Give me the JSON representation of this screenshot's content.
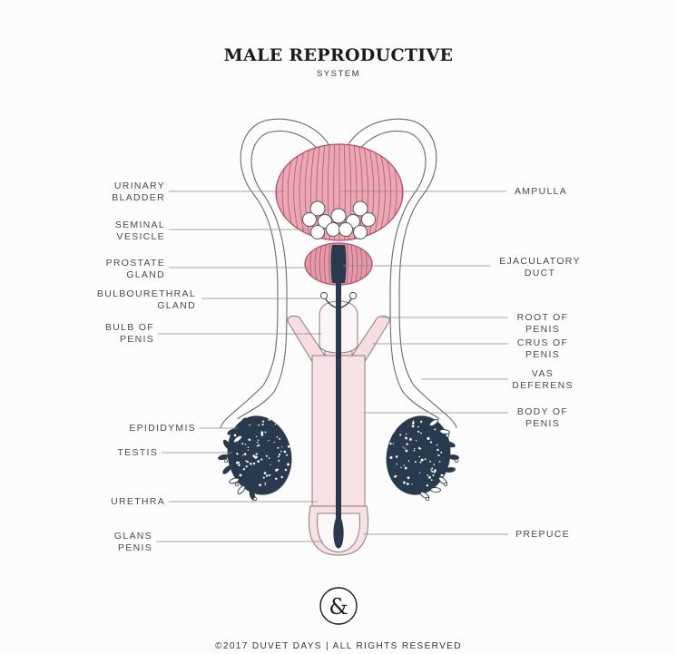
{
  "title": "MALE REPRODUCTIVE",
  "subtitle": "SYSTEM",
  "logo_symbol": "&",
  "footer": "©2017 DUVET DAYS  |  ALL RIGHTS RESERVED",
  "colors": {
    "bladder": "#e9a8b4",
    "bladder_lines": "#b8566c",
    "organ_outline": "#b24e65",
    "navy": "#283a4e",
    "shaft": "#f7e1e4",
    "outline": "#6b6b6b",
    "leader": "#7a7a7a"
  },
  "labels_left": [
    {
      "line1": "URINARY",
      "line2": "BLADDER"
    },
    {
      "line1": "SEMINAL",
      "line2": "VESICLE"
    },
    {
      "line1": "PROSTATE",
      "line2": "GLAND"
    },
    {
      "line1": "BULBOURETHRAL",
      "line2": "GLAND"
    },
    {
      "line1": "BULB OF",
      "line2": "PENIS"
    },
    {
      "line1": "EPIDIDYMIS"
    },
    {
      "line1": "TESTIS"
    },
    {
      "line1": "URETHRA"
    },
    {
      "line1": "GLANS",
      "line2": "PENIS"
    }
  ],
  "labels_right": [
    {
      "line1": "AMPULLA"
    },
    {
      "line1": "EJACULATORY",
      "line2": "DUCT"
    },
    {
      "line1": "ROOT OF",
      "line2": "PENIS"
    },
    {
      "line1": "CRUS OF",
      "line2": "PENIS"
    },
    {
      "line1": "VAS",
      "line2": "DEFERENS"
    },
    {
      "line1": "BODY OF",
      "line2": "PENIS"
    },
    {
      "line1": "PREPUCE"
    }
  ]
}
